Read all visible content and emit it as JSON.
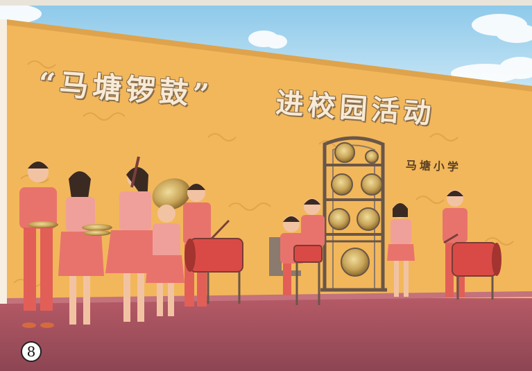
{
  "banner": {
    "line1": "“马塘锣鼓”",
    "line2": "进校园活动"
  },
  "school_name": "马塘小学",
  "page_number": "8",
  "colors": {
    "sky": "#a9d7ef",
    "wall": "#f1b95a",
    "ground": "#a2505c",
    "uniform": "#e8736c",
    "brass": "#c6a257"
  }
}
